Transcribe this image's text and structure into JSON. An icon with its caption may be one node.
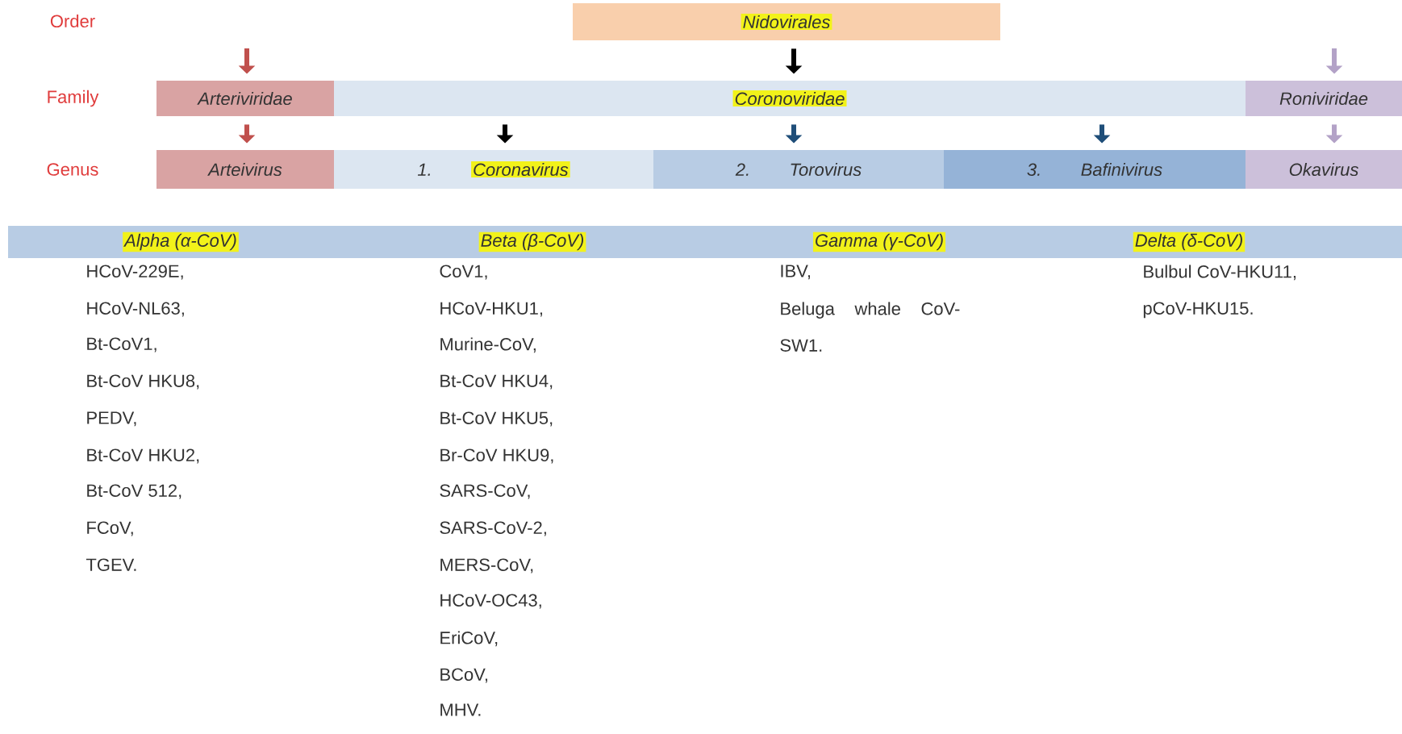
{
  "diagram": {
    "nodes": [
      {
        "text": [
          "Nidovirales"
        ]
      },
      {
        "text": [
          "Arteriviridae"
        ]
      },
      {
        "text": [
          "Coronoviridae"
        ]
      },
      {
        "text": [
          "Roniviridae"
        ]
      },
      {
        "text": [
          "Arteivirus"
        ]
      },
      {
        "text": [
          "1.",
          "Coronavirus"
        ]
      },
      {
        "text": [
          "2.",
          "Torovirus"
        ]
      },
      {
        "text": [
          "3.",
          "Bafinivirus"
        ]
      },
      {
        "text": [
          "Okavirus"
        ]
      },
      {
        "text": [
          "Alpha (α-CoV)",
          "Beta (β-CoV)",
          "Gamma (γ-CoV)",
          "Delta (δ-CoV)"
        ]
      }
    ],
    "edges": [
      {
        "from": null,
        "to": 1,
        "arrow": "to",
        "color": "#c0504d"
      },
      {
        "from": 0,
        "to": 2,
        "arrow": "to",
        "color": "#000000"
      },
      {
        "from": null,
        "to": 3,
        "arrow": "to",
        "color": "#b3a2c7"
      },
      {
        "from": 1,
        "to": 4,
        "arrow": "to",
        "color": "#c0504d"
      },
      {
        "from": 2,
        "to": 5,
        "arrow": "to",
        "color": "#000000"
      },
      {
        "from": 2,
        "to": 6,
        "arrow": "to",
        "color": "#1f4e79"
      },
      {
        "from": 2,
        "to": 7,
        "arrow": "to",
        "color": "#1f4e79"
      },
      {
        "from": 3,
        "to": 8,
        "arrow": "to",
        "color": "#b3a2c7"
      }
    ],
    "labels": [
      "Order",
      "Family",
      "Genus",
      "HCoV-229E,",
      "HCoV-NL63,",
      "Bt-CoV1,",
      "Bt-CoV HKU8,",
      "PEDV,",
      "Bt-CoV HKU2,",
      "Bt-CoV 512,",
      "FCoV,",
      "TGEV.",
      "CoV1,",
      "HCoV-HKU1,",
      "Murine-CoV,",
      "Bt-CoV HKU4,",
      "Bt-CoV HKU5,",
      "Br-CoV HKU9,",
      "SARS-CoV,",
      "SARS-CoV-2,",
      "MERS-CoV,",
      "HCoV-OC43,",
      "EriCoV,",
      "BCoV,",
      "MHV.",
      "IBV,",
      "Beluga whale CoV- SW1.",
      "Bulbul CoV-HKU11,",
      "pCoV-HKU15."
    ]
  }
}
